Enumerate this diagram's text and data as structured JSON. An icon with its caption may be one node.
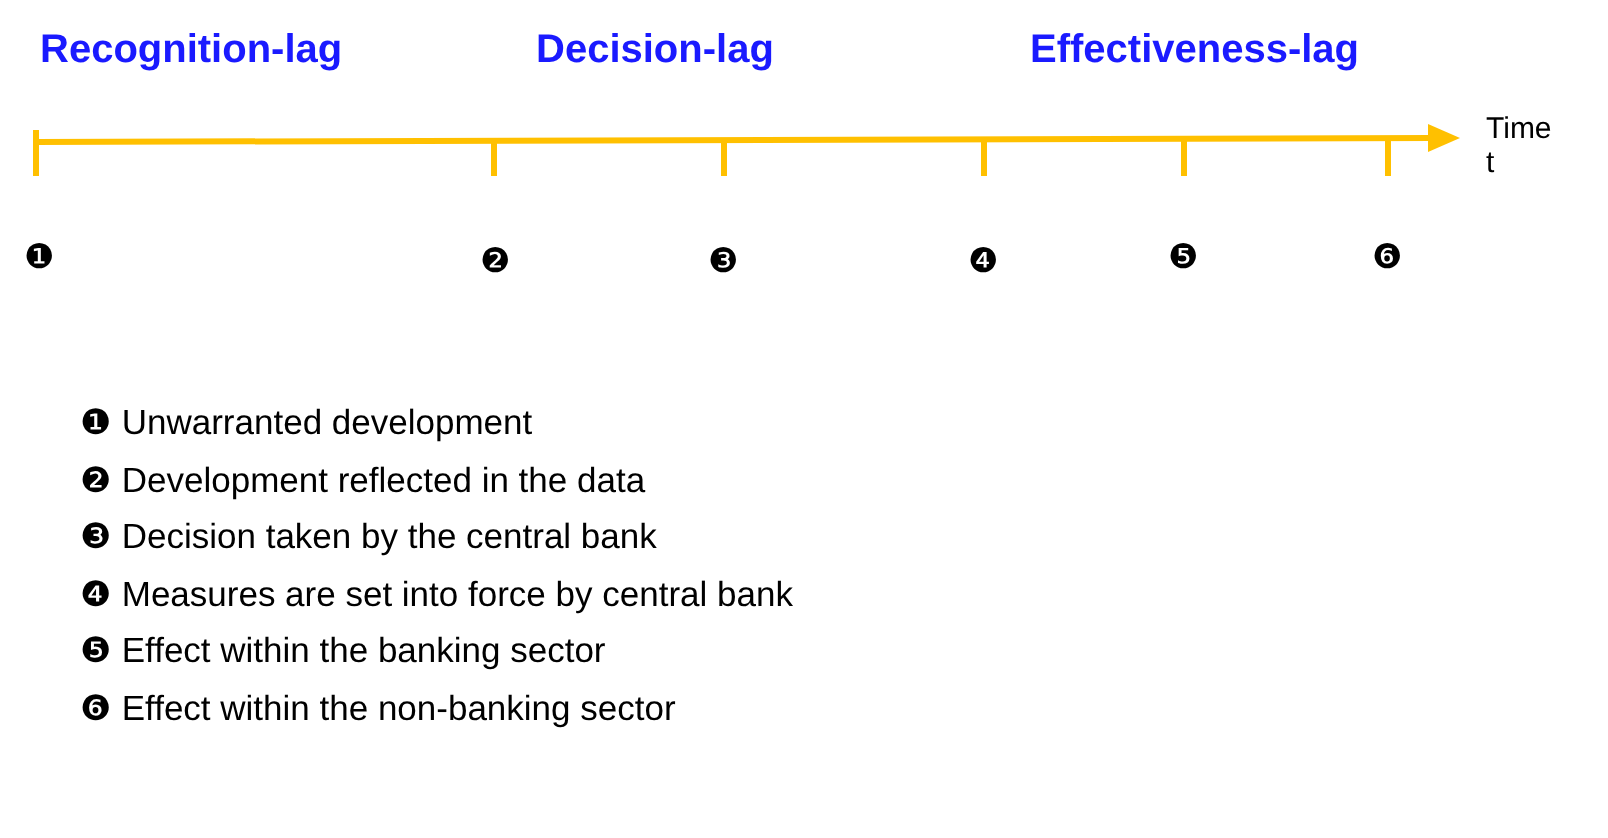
{
  "diagram": {
    "labels": [
      "Recognition-lag",
      "Decision-lag",
      "Effectiveness-lag",
      "Time t",
      "❶",
      "❷",
      "❸",
      "❹",
      "❺",
      "❻",
      "❶ Unwarranted development",
      "❷ Development reflected in the data",
      "❸ Decision taken by the central bank",
      "❹ Measures are set into force by central bank",
      "❺ Effect within the banking sector",
      "❻ Effect within the non-banking sector"
    ]
  }
}
